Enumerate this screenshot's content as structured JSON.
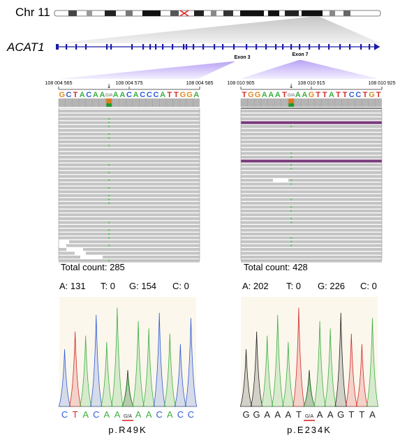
{
  "chromosome": {
    "label": "Chr 11"
  },
  "gene": {
    "label": "ACAT1",
    "exon_labels": {
      "exon3": "Exon 3",
      "exon7": "Exon 7"
    }
  },
  "colors": {
    "A": "#3cb043",
    "C": "#2f5cd6",
    "G": "#e08a1e",
    "T": "#d42a2a",
    "read": "#c4c4c4",
    "highlight": "#9b8cf2",
    "dark_read": "#7a3c7a"
  },
  "left_panel": {
    "ruler": {
      "labels": [
        "108 004 565",
        "108 004 575",
        "108 004 585"
      ]
    },
    "marker_symbol": "↓",
    "sequence": [
      "G",
      "C",
      "T",
      "A",
      "C",
      "A",
      "A",
      "G/A",
      "A",
      "A",
      "C",
      "A",
      "C",
      "C",
      "C",
      "A",
      "T",
      "T",
      "G",
      "G",
      "A"
    ],
    "total_count": "Total count: 285",
    "counts": {
      "A": "A: 131",
      "T": "T: 0",
      "G": "G: 154",
      "C": "C: 0"
    },
    "chrom_bases": [
      "C",
      "T",
      "A",
      "C",
      "A",
      "A",
      "G/A",
      "A",
      "A",
      "C",
      "A",
      "C",
      "C"
    ],
    "mutation": "p.R49K"
  },
  "right_panel": {
    "ruler": {
      "labels": [
        "108 010 905",
        "108 010 915",
        "108 010 925"
      ]
    },
    "marker_symbol": "↓",
    "sequence": [
      "T",
      "G",
      "G",
      "A",
      "A",
      "A",
      "T",
      "G/A",
      "A",
      "A",
      "G",
      "T",
      "T",
      "A",
      "T",
      "T",
      "C",
      "C",
      "T",
      "G",
      "T"
    ],
    "total_count": "Total count: 428",
    "counts": {
      "A": "A: 202",
      "T": "T:  0",
      "G": "G: 226",
      "C": "C: 0"
    },
    "chrom_bases": [
      "G",
      "G",
      "A",
      "A",
      "A",
      "T",
      "G/A",
      "A",
      "A",
      "G",
      "T",
      "T",
      "A"
    ],
    "mutation": "p.E234K"
  }
}
